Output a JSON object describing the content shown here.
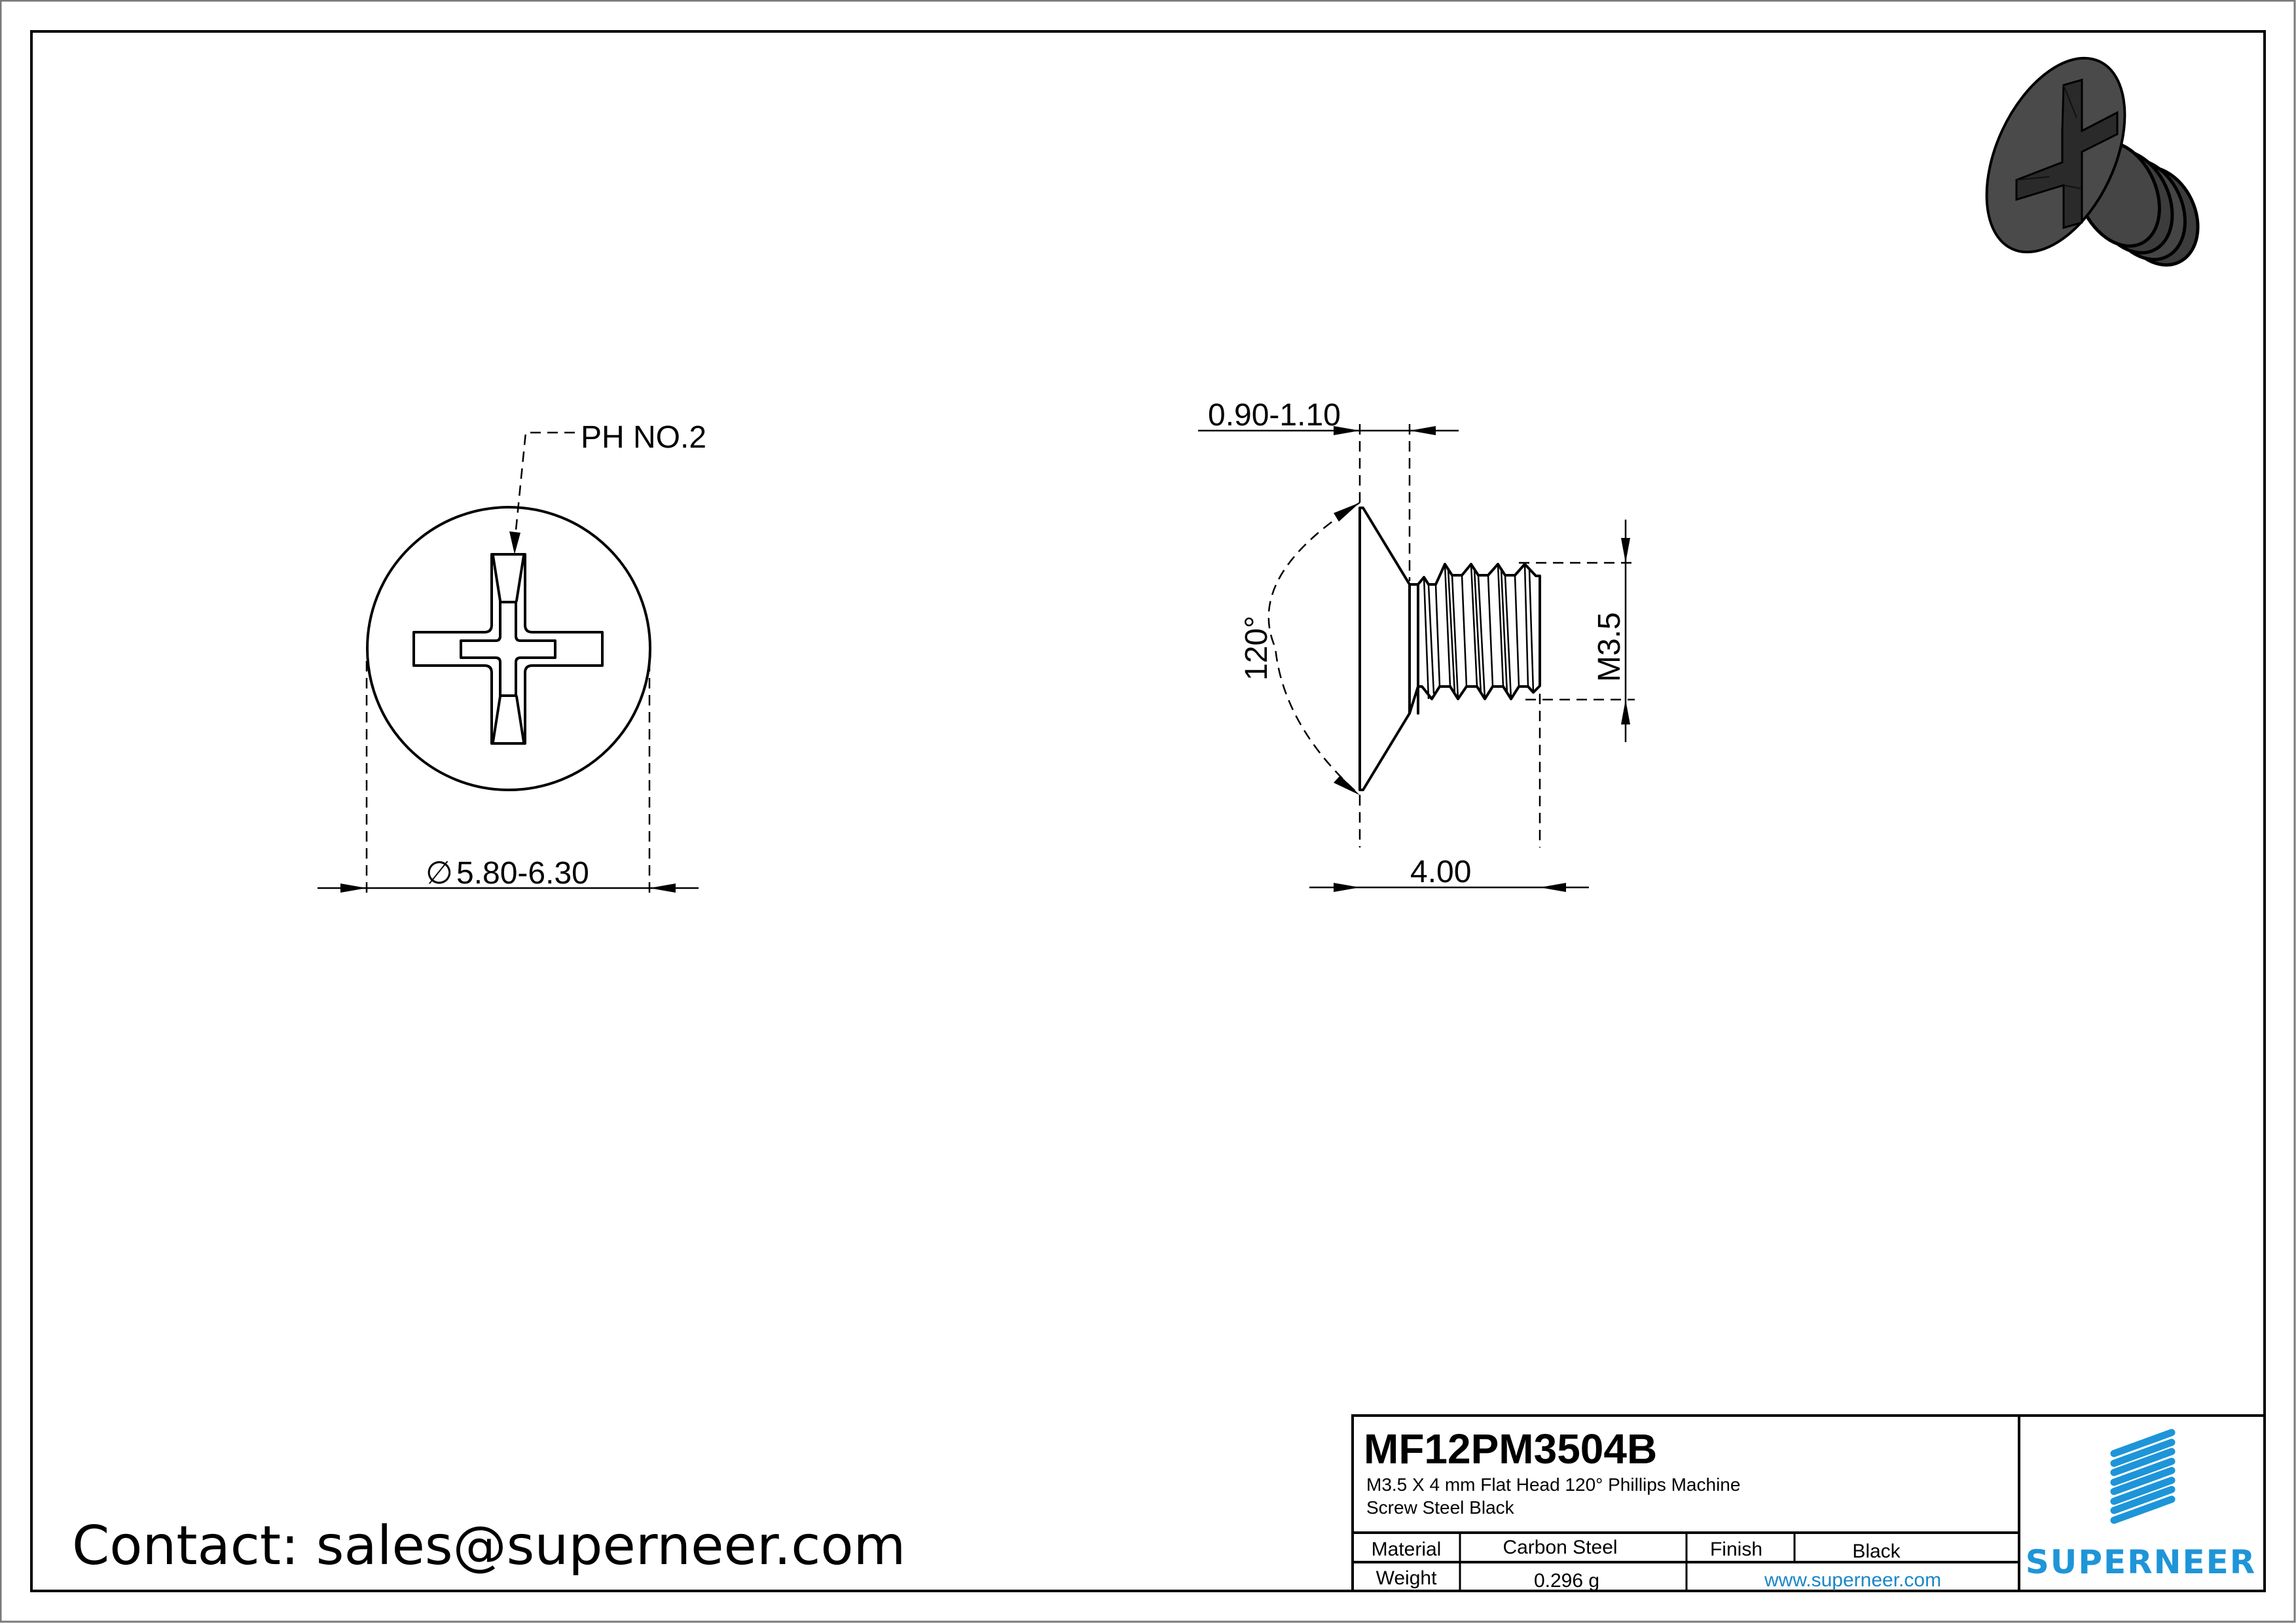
{
  "drawing": {
    "front_view": {
      "recess_label": "PH NO.2",
      "diameter_symbol": "∅",
      "diameter_value": "5.80-6.30"
    },
    "side_view": {
      "head_height": "0.90-1.10",
      "head_angle": "120°",
      "thread_size": "M3.5",
      "length": "4.00"
    },
    "render_3d": {
      "description": "Isometric render of black flat head Phillips machine screw"
    }
  },
  "title_block": {
    "part_number": "MF12PM3504B",
    "description_line1": "M3.5 X 4 mm  Flat Head 120° Phillips Machine",
    "description_line2": "Screw Steel Black",
    "material_label": "Material",
    "material_value": "Carbon Steel",
    "finish_label": "Finish",
    "finish_value": "Black",
    "weight_label": "Weight",
    "weight_value": "0.296 g",
    "website": "www.superneer.com",
    "logo_text": "SUPERNEER"
  },
  "contact": {
    "text": "Contact: sales@superneer.com"
  },
  "colors": {
    "brand_blue": "#1e95d8",
    "link_blue": "#1a86c8",
    "line": "#000000",
    "screw_body": "#4a4a4a"
  }
}
